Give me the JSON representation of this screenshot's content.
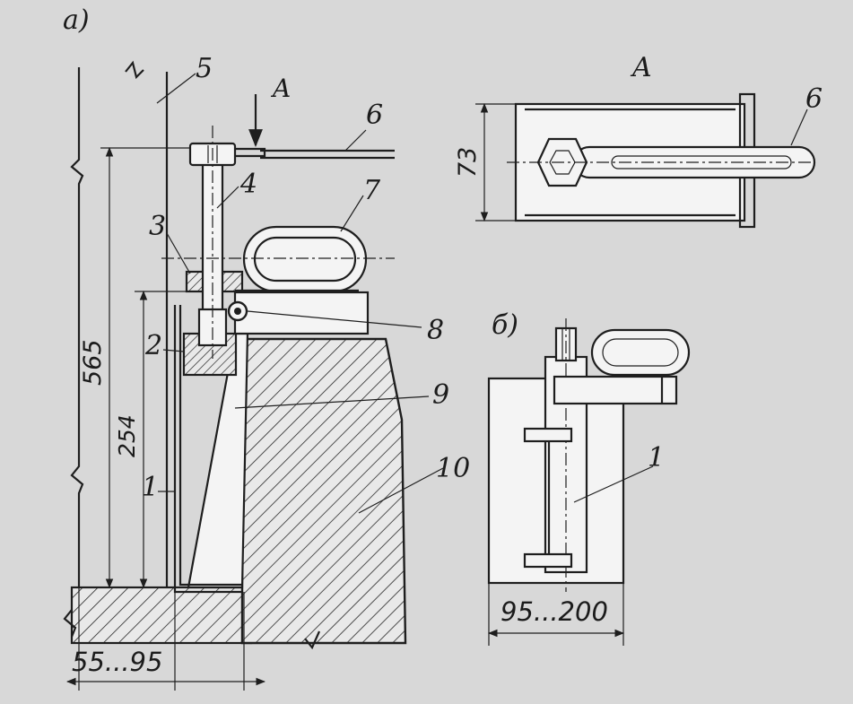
{
  "figure": {
    "view_a_label": "а)",
    "view_b_label": "б)",
    "section_a_title": "A",
    "arrow_a_label": "A"
  },
  "parts": {
    "p1": "1",
    "p1b": "1",
    "p2": "2",
    "p3": "3",
    "p4": "4",
    "p5": "5",
    "p6": "6",
    "p6b": "6",
    "p7": "7",
    "p8": "8",
    "p9": "9",
    "p10": "10"
  },
  "dimensions": {
    "height_total": "565",
    "height_lower": "254",
    "width_gap": "55...95",
    "width_view_a": "73",
    "width_range": "95...200"
  },
  "colors": {
    "background": "#d8d8d8",
    "ink": "#1e1e1e",
    "paper": "#f4f4f4"
  }
}
